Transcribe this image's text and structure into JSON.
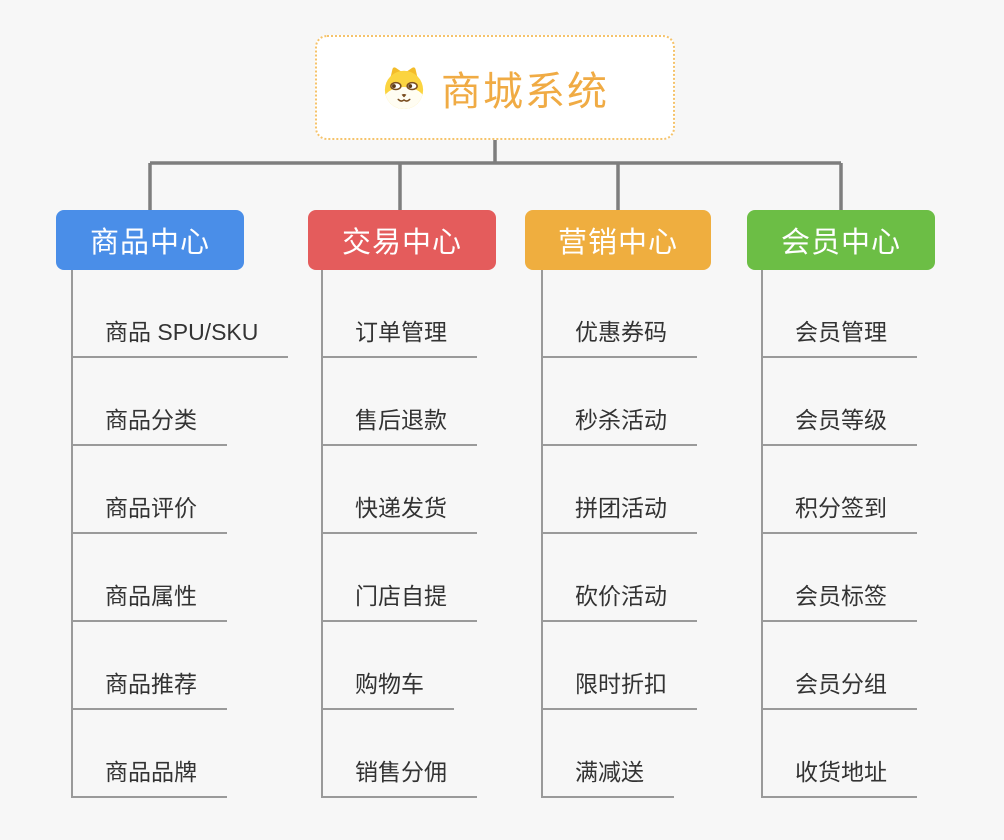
{
  "canvas": {
    "background": "#f7f7f7"
  },
  "root": {
    "title": "商城系统",
    "icon": "dog-face-icon",
    "text_color": "#f0ab44",
    "border_color": "#f5c36b",
    "background": "#ffffff"
  },
  "branches": [
    {
      "label": "商品中心",
      "color": "#4a8ee8",
      "items": [
        "商品 SPU/SKU",
        "商品分类",
        "商品评价",
        "商品属性",
        "商品推荐",
        "商品品牌"
      ]
    },
    {
      "label": "交易中心",
      "color": "#e45c5c",
      "items": [
        "订单管理",
        "售后退款",
        "快递发货",
        "门店自提",
        "购物车",
        "销售分佣"
      ]
    },
    {
      "label": "营销中心",
      "color": "#efae3f",
      "items": [
        "优惠券码",
        "秒杀活动",
        "拼团活动",
        "砍价活动",
        "限时折扣",
        "满减送"
      ]
    },
    {
      "label": "会员中心",
      "color": "#6cbe45",
      "items": [
        "会员管理",
        "会员等级",
        "积分签到",
        "会员标签",
        "会员分组",
        "收货地址"
      ]
    }
  ],
  "style": {
    "connector_color": "#7e7e7e",
    "leaf_line_color": "#9a9a9a",
    "leaf_text_color": "#333333"
  }
}
